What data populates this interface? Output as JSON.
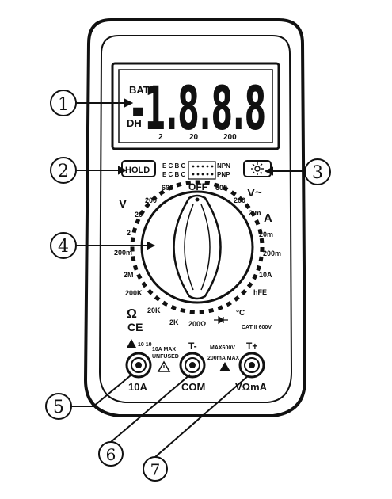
{
  "display": {
    "bat": "BAT",
    "dh": "DH",
    "digits": "-1.8.8.8",
    "sub": [
      "2",
      "20",
      "200"
    ]
  },
  "buttons": {
    "hold": "HOLD",
    "transistor": [
      "E C B C",
      "E C B C"
    ],
    "npn": "NPN",
    "pnp": "PNP",
    "backlight_icon": "sun-icon"
  },
  "dial": {
    "off": "OFF",
    "top_left_warn": "600",
    "top_right_warn": "600",
    "vdc": "V",
    "vac": "V~",
    "adc": "A",
    "ranges_left": [
      "200",
      "20",
      "2",
      "200m",
      "2M",
      "200K",
      "20K",
      "2K"
    ],
    "ranges_right": [
      "200",
      "2 m",
      "20m",
      "200m",
      "10A",
      "hFE"
    ],
    "ohm": "Ω",
    "ohm_bottom": "200Ω",
    "celsius": "°C",
    "cat": "CAT II 600V"
  },
  "jacks": {
    "a10_warn": "10 10",
    "a10_note": [
      "10A MAX",
      "UNFUSED"
    ],
    "a10": "10A",
    "com": "COM",
    "t_minus": "T-",
    "t_plus": "T+",
    "max_note": [
      "MAX600V",
      "200mA MAX"
    ],
    "vma": "VΩmA",
    "ce": "CE"
  },
  "callouts": [
    "①",
    "②",
    "③",
    "④",
    "⑤",
    "⑥",
    "⑦"
  ]
}
